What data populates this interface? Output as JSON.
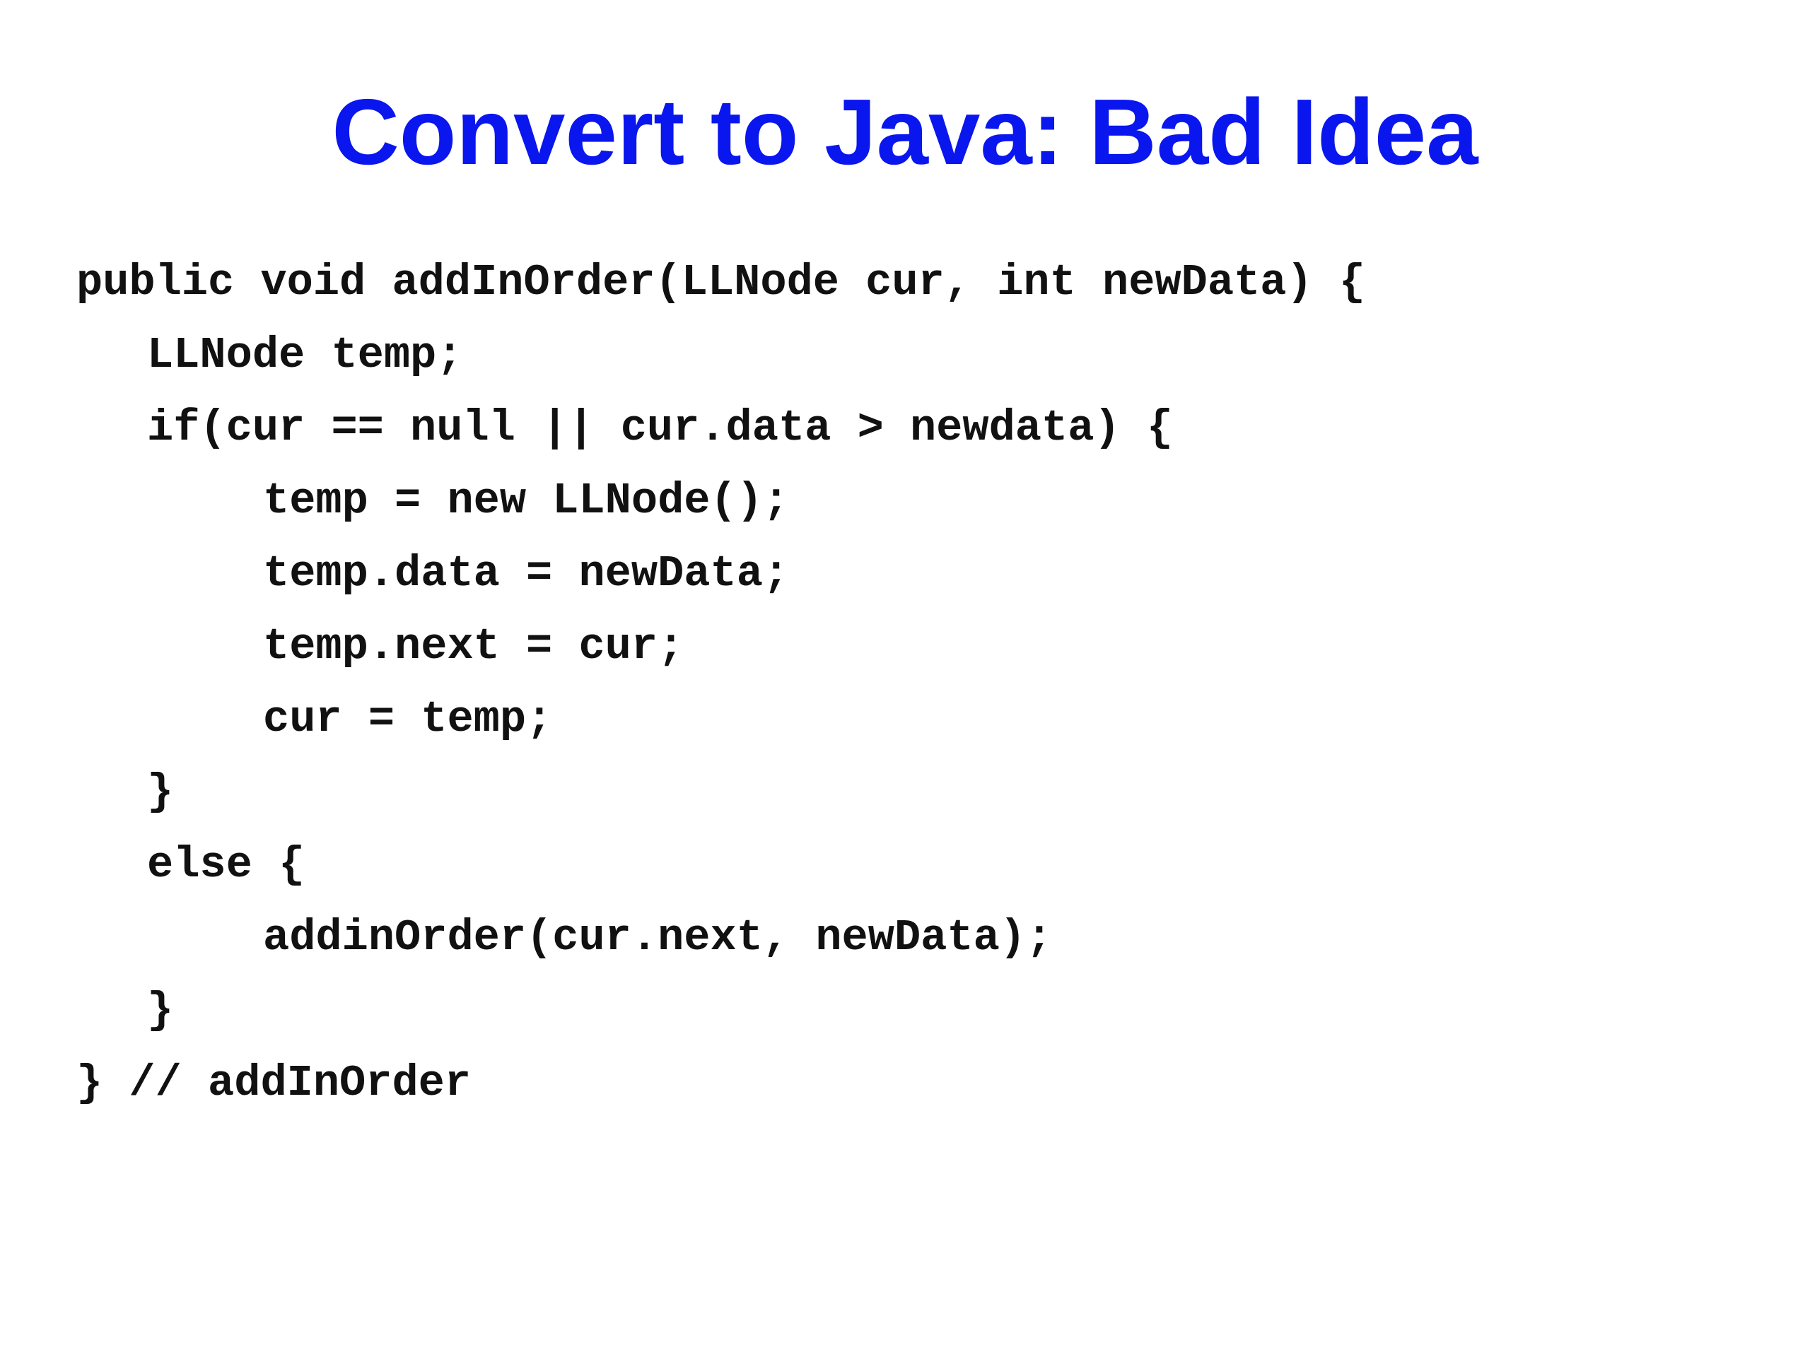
{
  "slide": {
    "title": "Convert to Java: Bad Idea",
    "code_lines": [
      {
        "text": "public void addInOrder(LLNode cur, int newData) {",
        "indent": 0
      },
      {
        "text": "LLNode temp;",
        "indent": 1
      },
      {
        "text": "if(cur == null || cur.data > newdata) {",
        "indent": 1
      },
      {
        "text": "temp = new LLNode();",
        "indent": 2
      },
      {
        "text": "temp.data = newData;",
        "indent": 2
      },
      {
        "text": "temp.next = cur;",
        "indent": 2
      },
      {
        "text": "cur = temp;",
        "indent": 2
      },
      {
        "text": "}",
        "indent": 1
      },
      {
        "text": "else {",
        "indent": 1
      },
      {
        "text": "addinOrder(cur.next, newData);",
        "indent": 2
      },
      {
        "text": "}",
        "indent": 1
      },
      {
        "text": "} // addInOrder",
        "indent": 0
      }
    ]
  }
}
